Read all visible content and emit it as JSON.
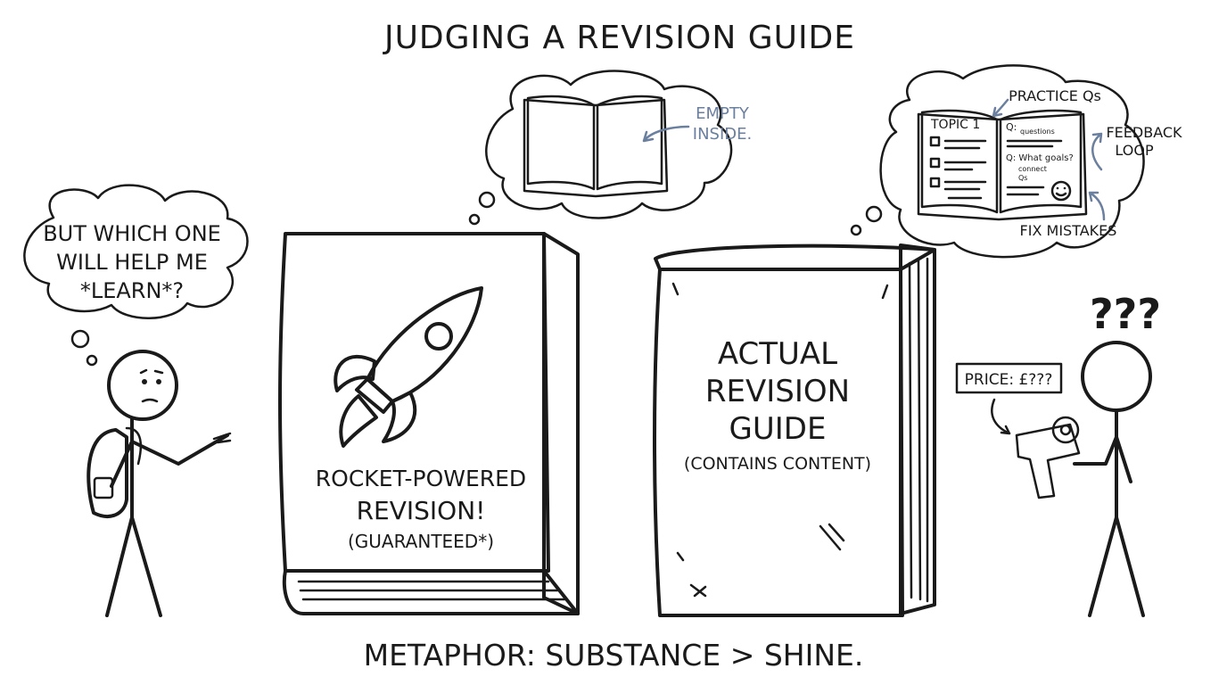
{
  "title": "JUDGING A REVISION GUIDE",
  "caption": "METAPHOR: SUBSTANCE > SHINE.",
  "student_thought": {
    "line1": "BUT WHICH ONE",
    "line2": "WILL HELP ME",
    "line3": "*LEARN*?"
  },
  "shiny_book": {
    "line1": "ROCKET-POWERED",
    "line2": "REVISION!",
    "line3": "(GUARANTEED*)",
    "thought_label_1": "EMPTY",
    "thought_label_2": "INSIDE."
  },
  "real_book": {
    "line1": "ACTUAL",
    "line2": "REVISION",
    "line3": "GUIDE",
    "line4": "(CONTAINS CONTENT)",
    "thought": {
      "practice_label": "PRACTICE Qs",
      "feedback_label_1": "FEEDBACK",
      "feedback_label_2": "LOOP",
      "fix_label": "FIX MISTAKES",
      "page_title": "TOPIC 1",
      "q1_prefix": "Q:",
      "q1_text": "questions",
      "q2_text": "Q: What goals?",
      "q2_sub1": "connect",
      "q2_sub2": "Qs"
    }
  },
  "shopper": {
    "question_marks": "???",
    "price_tag": "PRICE: £???"
  },
  "colors": {
    "ink": "#1a1a1a",
    "book_blue": "#c9d1e3",
    "rocket_blue": "#7183a6",
    "accent_text": "#6b7f9e"
  }
}
